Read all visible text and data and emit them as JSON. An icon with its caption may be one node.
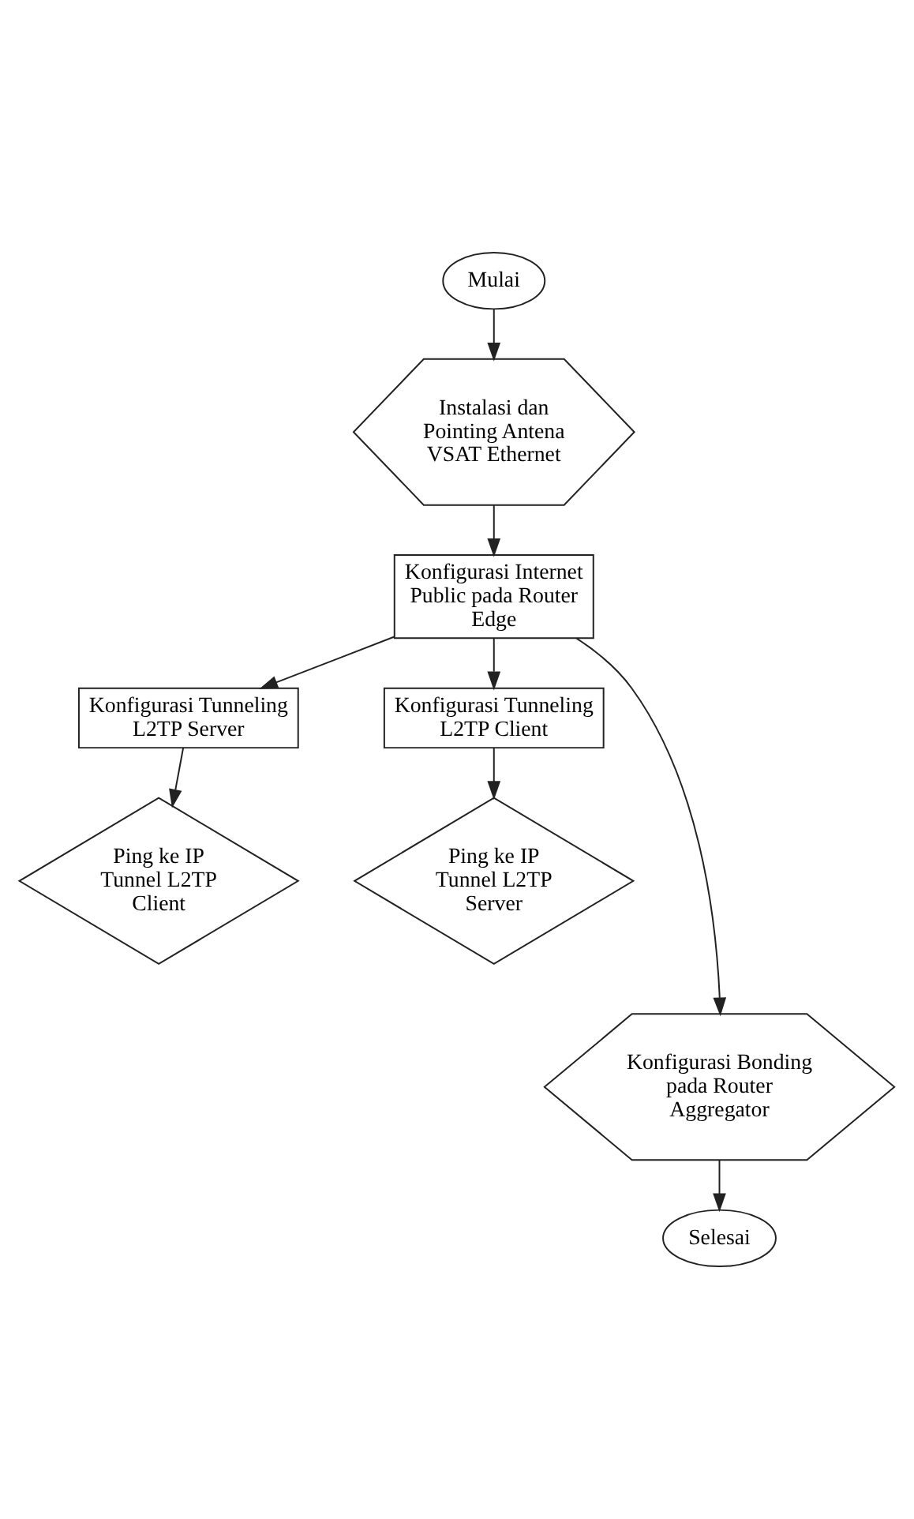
{
  "diagram": {
    "nodes": [
      {
        "text": [
          "Mulai"
        ]
      },
      {
        "text": [
          "Instalasi dan Pointing Antena VSAT Ethernet"
        ]
      },
      {
        "text": [
          "Konfigurasi Internet Public pada Router Edge"
        ]
      },
      {
        "text": [
          "Konfigurasi Tunneling L2TP Server"
        ]
      },
      {
        "text": [
          "Konfigurasi Tunneling L2TP Client"
        ]
      },
      {
        "text": [
          "Ping ke IP Tunnel L2TP Client"
        ]
      },
      {
        "text": [
          "Ping ke IP Tunnel L2TP Server"
        ]
      },
      {
        "text": [
          "Konfigurasi Bonding pada Router Aggregator"
        ]
      },
      {
        "text": [
          "Selesai"
        ]
      }
    ],
    "edges": [
      {
        "from": 0,
        "to": 1,
        "arrow": "to"
      },
      {
        "from": 1,
        "to": 2,
        "arrow": "to"
      },
      {
        "from": 2,
        "to": 3,
        "arrow": "to"
      },
      {
        "from": 2,
        "to": 4,
        "arrow": "to"
      },
      {
        "from": 3,
        "to": 5,
        "arrow": "to"
      },
      {
        "from": 4,
        "to": 6,
        "arrow": "to"
      },
      {
        "from": 2,
        "to": 7,
        "arrow": "to"
      },
      {
        "from": 7,
        "to": 8,
        "arrow": "to"
      }
    ]
  }
}
